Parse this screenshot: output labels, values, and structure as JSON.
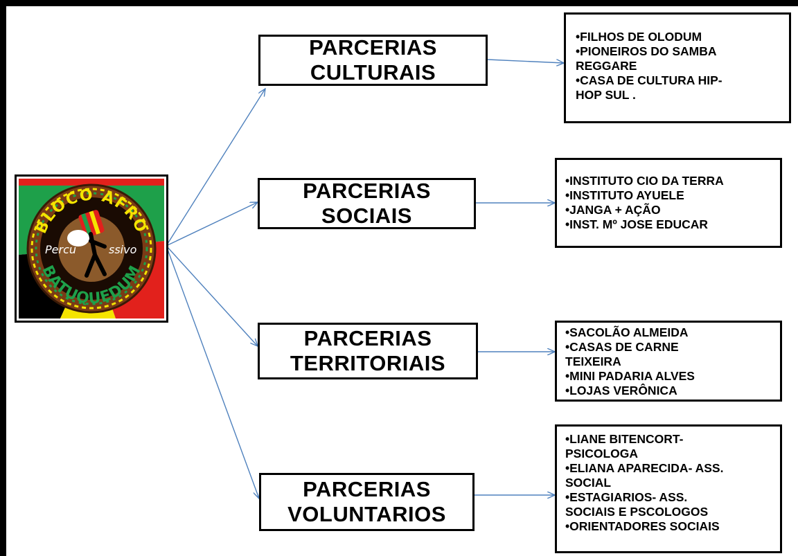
{
  "logo": {
    "arc_top": "BLOCO AFRO",
    "arc_bottom": "BATUQUEDUM",
    "mid_left": "Percu",
    "mid_right": "ssivo",
    "colors": {
      "green": "#1ea04a",
      "red": "#e2211c",
      "yellow": "#f5e400",
      "black": "#000000",
      "brown": "#7a3b16"
    }
  },
  "categories": [
    {
      "line1": "PARCERIAS",
      "line2": "CULTURAIS",
      "items": [
        "•FILHOS DE OLODUM",
        "•PIONEIROS DO SAMBA",
        "REGGARE",
        "•CASA DE CULTURA HIP-",
        "HOP SUL ."
      ]
    },
    {
      "line1": "PARCERIAS",
      "line2": "SOCIAIS",
      "items": [
        "•INSTITUTO CIO DA TERRA",
        "•INSTITUTO AYUELE",
        "•JANGA + AÇÃO",
        "•INST. Mº JOSE EDUCAR"
      ]
    },
    {
      "line1": "PARCERIAS",
      "line2": "TERRITORIAIS",
      "items": [
        "•SACOLÃO ALMEIDA",
        "•CASAS DE CARNE",
        "TEIXEIRA",
        "•MINI PADARIA ALVES",
        "•LOJAS VERÔNICA"
      ]
    },
    {
      "line1": "PARCERIAS",
      "line2": "VOLUNTARIOS",
      "items": [
        "•LIANE BITENCORT-",
        "PSICOLOGA",
        "•ELIANA APARECIDA- ASS.",
        "SOCIAL",
        "•ESTAGIARIOS- ASS.",
        "SOCIAIS E PSCOLOGOS",
        "•ORIENTADORES SOCIAIS"
      ]
    }
  ],
  "arrow_color": "#4f81bd"
}
